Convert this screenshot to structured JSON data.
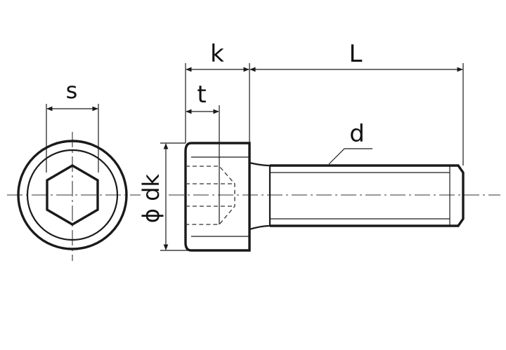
{
  "labels": {
    "s": "s",
    "k": "k",
    "t": "t",
    "L": "L",
    "d": "d",
    "dk": "ϕ dk"
  }
}
